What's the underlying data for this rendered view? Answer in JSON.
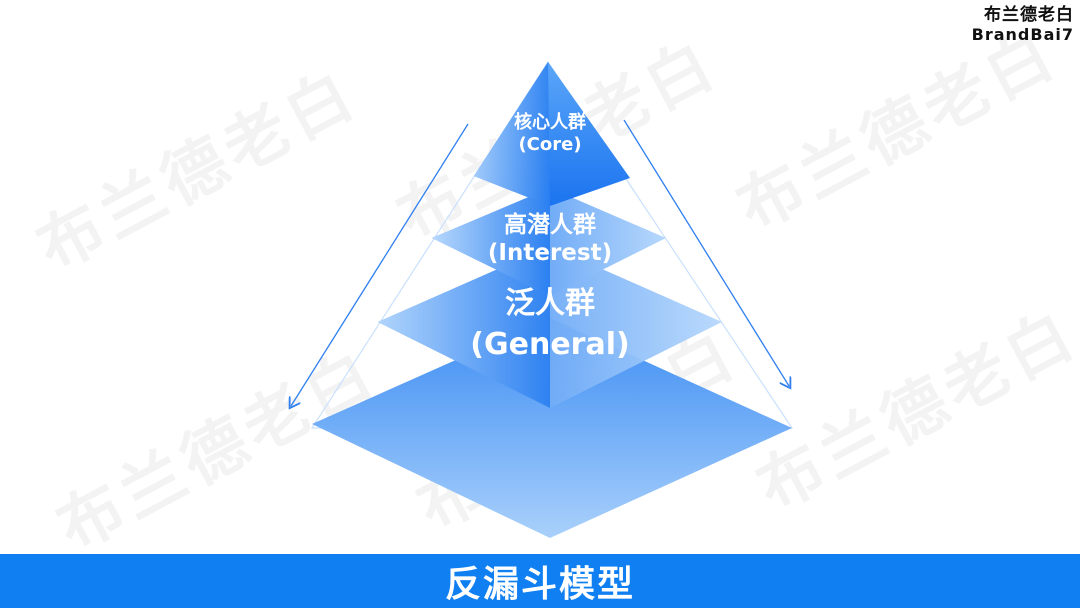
{
  "watermark_text": "布兰德老白",
  "brand": {
    "name_cn": "布兰德老白",
    "name_en": "BrandBai7"
  },
  "layers": [
    {
      "name": "核心人群",
      "english": "(Core)"
    },
    {
      "name": "高潜人群",
      "english": "(Interest)"
    },
    {
      "name": "泛人群",
      "english": "(General)"
    }
  ],
  "footer": {
    "title": "反漏斗模型"
  },
  "colors": {
    "accent": "#0f7ff2",
    "layer_light": "#8fc2fb",
    "layer_dark": "#1a73f0"
  }
}
